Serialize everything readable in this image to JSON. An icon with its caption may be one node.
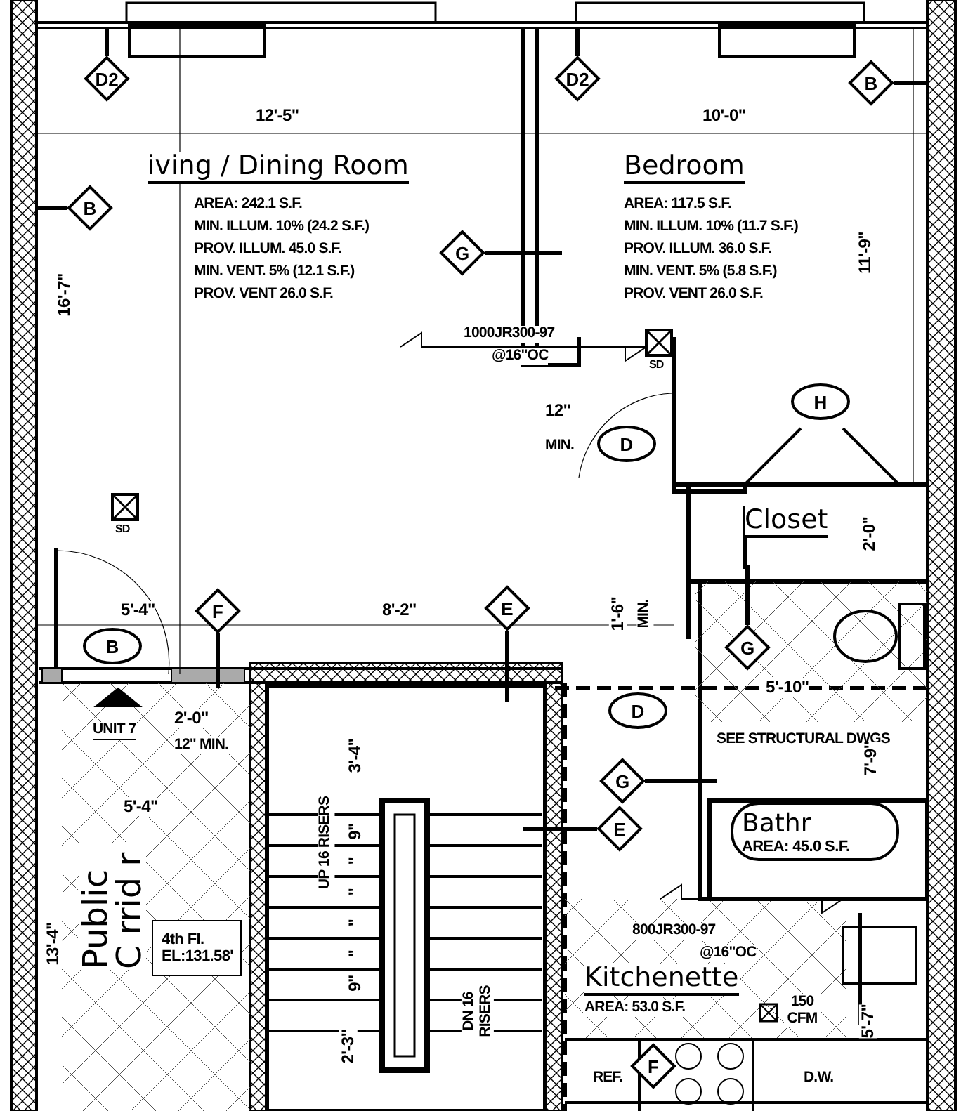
{
  "diagram": {
    "nodes": [
      {
        "text": [
          "D2"
        ]
      },
      {
        "text": [
          "D2"
        ]
      },
      {
        "text": [
          "B"
        ]
      },
      {
        "text": [
          "B"
        ]
      },
      {
        "text": [
          "G"
        ]
      },
      {
        "text": [
          "D"
        ]
      },
      {
        "text": [
          "H"
        ]
      },
      {
        "text": [
          "B"
        ]
      },
      {
        "text": [
          "F"
        ]
      },
      {
        "text": [
          "E"
        ]
      },
      {
        "text": [
          "G"
        ]
      },
      {
        "text": [
          "D"
        ]
      },
      {
        "text": [
          "G"
        ]
      },
      {
        "text": [
          "E"
        ]
      },
      {
        "text": [
          "F"
        ]
      },
      {
        "text": [
          "4th Fl.",
          "EL:131.58'"
        ]
      },
      {
        "text": [
          "Bathr",
          "AREA: 45.0 S.F."
        ]
      }
    ],
    "edges": [
      {
        "from": 0,
        "to": null,
        "arrow": "none"
      },
      {
        "from": 1,
        "to": null,
        "arrow": "none"
      },
      {
        "from": 2,
        "to": null,
        "arrow": "none"
      },
      {
        "from": 3,
        "to": null,
        "arrow": "none"
      },
      {
        "from": 4,
        "to": null,
        "arrow": "none"
      },
      {
        "from": 8,
        "to": null,
        "arrow": "none"
      },
      {
        "from": 9,
        "to": null,
        "arrow": "none"
      },
      {
        "from": 10,
        "to": null,
        "arrow": "none"
      },
      {
        "from": 12,
        "to": null,
        "arrow": "none"
      },
      {
        "from": 13,
        "to": null,
        "arrow": "none"
      }
    ],
    "labels": [
      "iving / Dining Room",
      "AREA: 242.1 S.F.",
      "MIN. ILLUM. 10% (24.2 S.F.)",
      "PROV. ILLUM. 45.0 S.F.",
      "MIN. VENT. 5% (12.1 S.F.)",
      "PROV. VENT 26.0 S.F.",
      "Bedroom",
      "AREA: 117.5 S.F.",
      "MIN. ILLUM. 10% (11.7 S.F.)",
      "PROV. ILLUM. 36.0 S.F.",
      "MIN. VENT. 5% (5.8 S.F.)",
      "PROV. VENT 26.0 S.F.",
      "12'-5\"",
      "10'-0\"",
      "16'-7\"",
      "11'-9\"",
      "1000JR300-97",
      "@16\"OC",
      "SD",
      "12\"",
      "MIN.",
      "SD",
      "Closet",
      "2'-0\"",
      "5'-4\"",
      "8'-2\"",
      "1'-6\"",
      "MIN.",
      "5'-10\"",
      "UNIT 7",
      "2'-0\"",
      "12\" MIN.",
      "SEE STRUCTURAL DWGS",
      "3'-4\"",
      "7'-9\"",
      "5'-4\"",
      "UP 16 RISERS",
      "9\"",
      "\"",
      "\"",
      "\"",
      "\"",
      "9\"",
      "DN 16 RISERS",
      "13'-4\"",
      "Public C rrid r",
      "800JR300-97",
      "@16\"OC",
      "Kitchenette",
      "AREA: 53.0 S.F.",
      "150 CFM",
      "5'-7\"",
      "2'-3\"",
      "REF.",
      "D.W."
    ]
  }
}
